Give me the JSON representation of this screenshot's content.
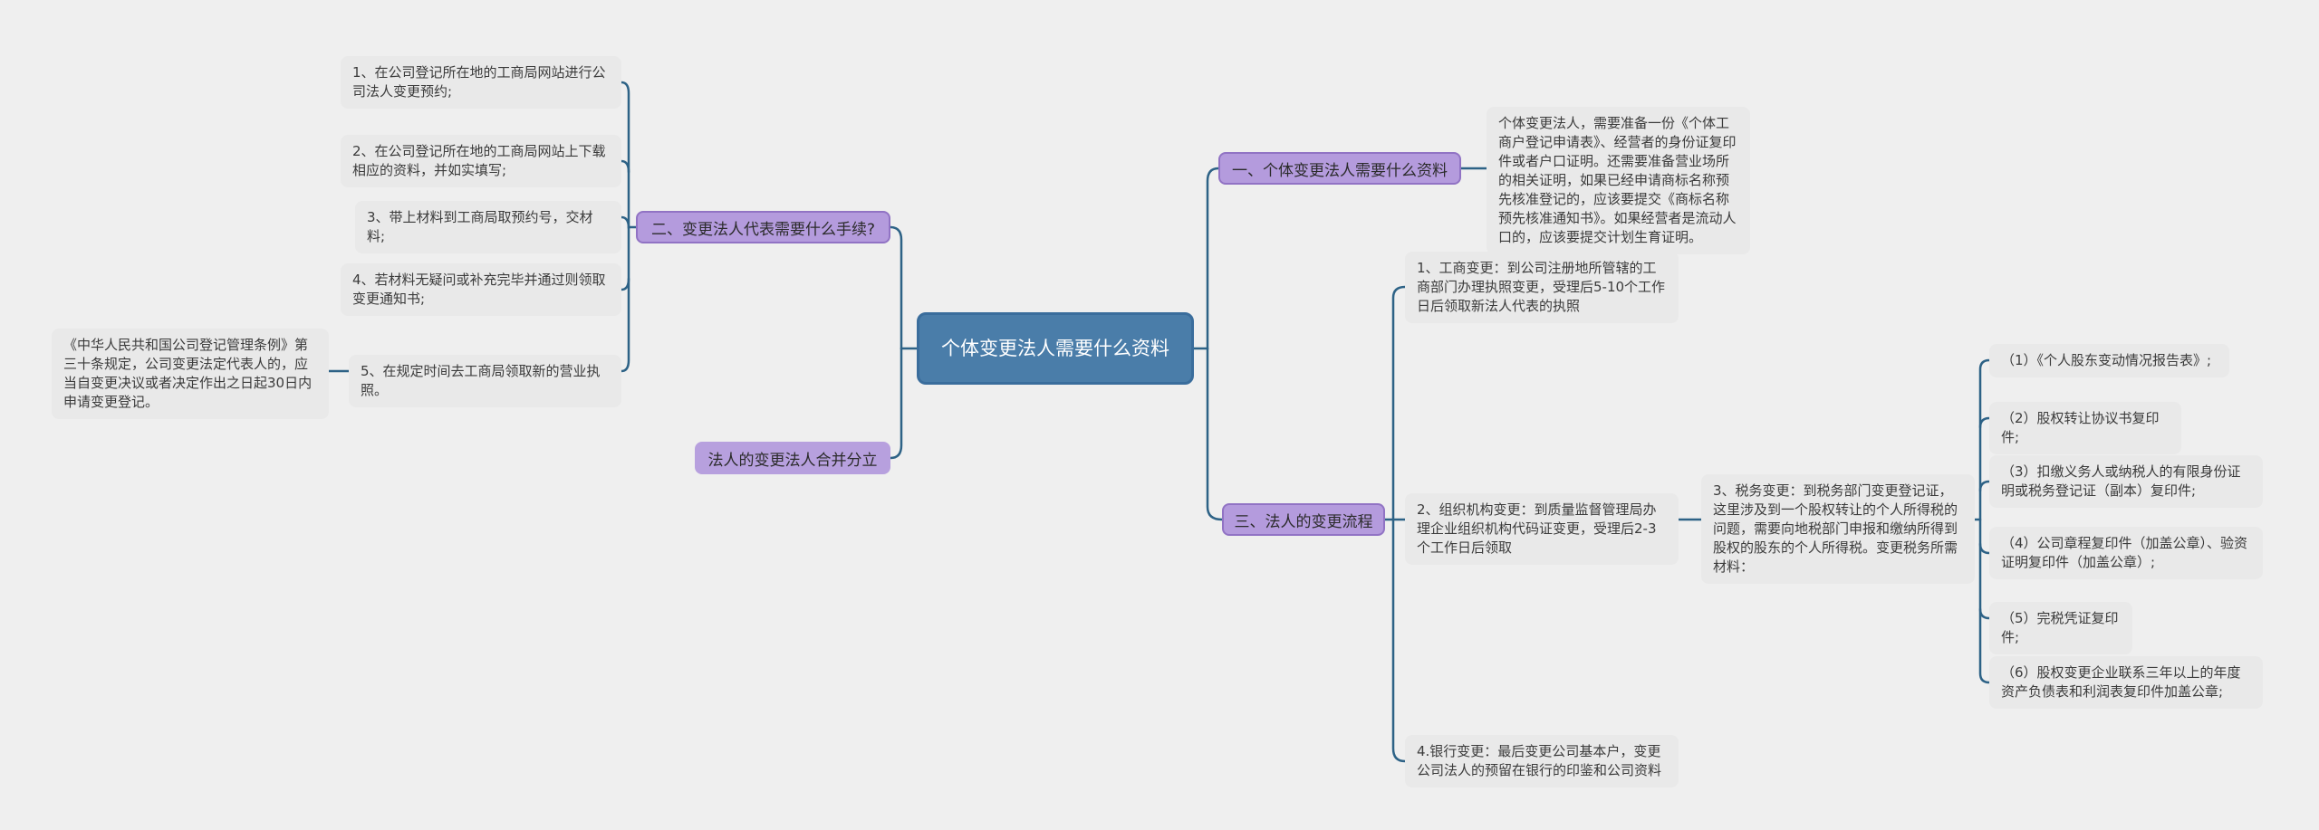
{
  "background": "#efefef",
  "palette": {
    "node_gray": "#e9e9e9",
    "node_purple": "#b49bdd",
    "purple_border": "#9173c4",
    "root_blue": "#4a7da9",
    "root_border": "#3a6d9c",
    "connector": "#2d6286",
    "text_dark": "#3b3b3b",
    "root_text": "#ffffff"
  },
  "root": {
    "label": "个体变更法人需要什么资料"
  },
  "branch_one": {
    "label": "一、个体变更法人需要什么资料",
    "note": "个体变更法人，需要准备一份《个体工商户登记申请表》、经营者的身份证复印件或者户口证明。还需要准备营业场所的相关证明，如果已经申请商标名称预先核准登记的，应该要提交《商标名称预先核准通知书》。如果经营者是流动人口的，应该要提交计划生育证明。"
  },
  "branch_two": {
    "label": "二、变更法人代表需要什么手续?",
    "steps": [
      "1、在公司登记所在地的工商局网站进行公司法人变更预约;",
      "2、在公司登记所在地的工商局网站上下载相应的资料，并如实填写;",
      "3、带上材料到工商局取预约号，交材料;",
      "4、若材料无疑问或补充完毕并通过则领取变更通知书;",
      "5、在规定时间去工商局领取新的营业执照。"
    ],
    "law_note": "《中华人民共和国公司登记管理条例》第三十条规定，公司变更法定代表人的，应当自变更决议或者决定作出之日起30日内申请变更登记。"
  },
  "branch_three": {
    "label": "三、法人的变更流程",
    "steps": [
      "1、工商变更：到公司注册地所管辖的工商部门办理执照变更，受理后5-10个工作日后领取新法人代表的执照",
      "2、组织机构变更：到质量监督管理局办理企业组织机构代码证变更，受理后2-3个工作日后领取",
      "3、税务变更：到税务部门变更登记证，这里涉及到一个股权转让的个人所得税的问题，需要向地税部门申报和缴纳所得到股权的股东的个人所得税。变更税务所需材料：",
      "4.银行变更：最后变更公司基本户，变更公司法人的预留在银行的印鉴和公司资料"
    ],
    "tax_materials": [
      "（1）《个人股东变动情况报告表》;",
      "（2）股权转让协议书复印件;",
      "（3）扣缴义务人或纳税人的有限身份证明或税务登记证（副本）复印件;",
      "（4）公司章程复印件（加盖公章）、验资证明复印件（加盖公章）;",
      "（5）完税凭证复印件;",
      "（6）股权变更企业联系三年以上的年度资产负债表和利润表复印件加盖公章;"
    ]
  },
  "merge_node": {
    "label": "法人的变更法人合并分立"
  }
}
